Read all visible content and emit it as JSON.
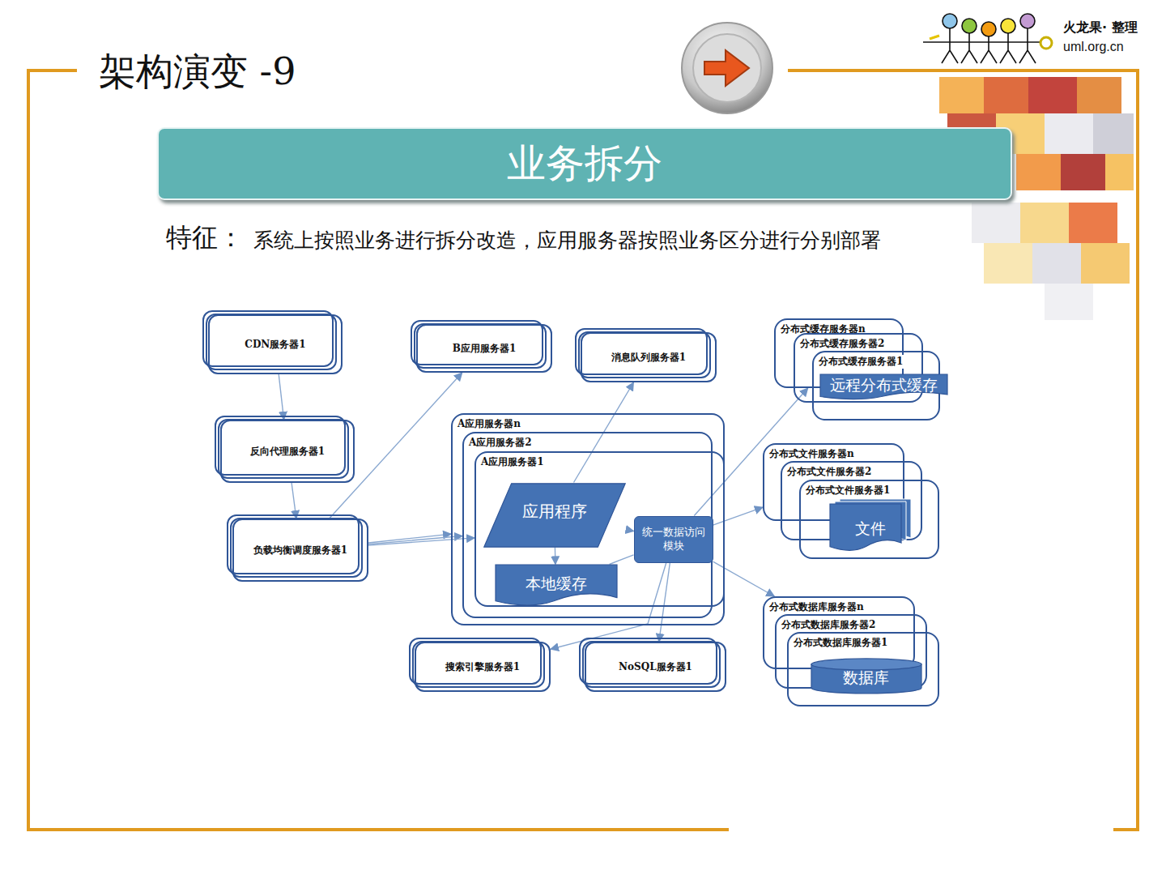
{
  "diagram": {
    "title": "架构演变 -9",
    "nodes": [
      {
        "text": [
          "业务拆分"
        ]
      },
      {
        "text": [
          "CDN服务器1"
        ]
      },
      {
        "text": [
          "反向代理服务器1"
        ]
      },
      {
        "text": [
          "负载均衡调度服务器1"
        ]
      },
      {
        "text": [
          "B应用服务器1"
        ]
      },
      {
        "text": [
          "消息队列服务器1"
        ]
      },
      {
        "text": [
          "A应用服务器n"
        ]
      },
      {
        "text": [
          "A应用服务器2"
        ]
      },
      {
        "text": [
          "A应用服务器1"
        ]
      },
      {
        "text": [
          "应用程序"
        ],
        "in": 8
      },
      {
        "text": [
          "统一数据访问模块"
        ],
        "in": 8
      },
      {
        "text": [
          "本地缓存"
        ],
        "in": 8
      },
      {
        "text": [
          "分布式缓存服务器n"
        ]
      },
      {
        "text": [
          "分布式缓存服务器2"
        ]
      },
      {
        "text": [
          "分布式缓存服务器1"
        ]
      },
      {
        "text": [
          "远程分布式缓存"
        ],
        "in": 14
      },
      {
        "text": [
          "分布式文件服务器n"
        ]
      },
      {
        "text": [
          "分布式文件服务器2"
        ]
      },
      {
        "text": [
          "分布式文件服务器1"
        ]
      },
      {
        "text": [
          "文件"
        ],
        "in": 18
      },
      {
        "text": [
          "分布式数据库服务器n"
        ]
      },
      {
        "text": [
          "分布式数据库服务器2"
        ]
      },
      {
        "text": [
          "分布式数据库服务器1"
        ]
      },
      {
        "text": [
          "数据库"
        ],
        "in": 22
      },
      {
        "text": [
          "搜索引擎服务器1"
        ]
      },
      {
        "text": [
          "NoSQL服务器1"
        ]
      }
    ],
    "edges": [
      {
        "from": 1,
        "to": 2,
        "arrow": "to"
      },
      {
        "from": 2,
        "to": 3,
        "arrow": "to"
      },
      {
        "from": 3,
        "to": 4,
        "arrow": "to"
      },
      {
        "from": 3,
        "to": 6,
        "arrow": "to"
      },
      {
        "from": 3,
        "to": 7,
        "arrow": "to"
      },
      {
        "from": 3,
        "to": 8,
        "arrow": "to"
      },
      {
        "from": 9,
        "to": 10,
        "arrow": "to"
      },
      {
        "from": 9,
        "to": 11,
        "arrow": "to"
      },
      {
        "from": 10,
        "to": 11,
        "arrow": "none"
      },
      {
        "from": 9,
        "to": 5,
        "arrow": "to"
      },
      {
        "from": 10,
        "to": 24,
        "arrow": "to"
      },
      {
        "from": 10,
        "to": 25,
        "arrow": "to"
      },
      {
        "from": 10,
        "to": 12,
        "arrow": "to"
      },
      {
        "from": 10,
        "to": 16,
        "arrow": "to"
      },
      {
        "from": 10,
        "to": 20,
        "arrow": "to"
      }
    ],
    "labels": [
      "特征：",
      "系统上按照业务进行拆分改造，应用服务器按照业务区分进行分别部署",
      "火龙果· 整理",
      "uml.org.cn"
    ]
  }
}
